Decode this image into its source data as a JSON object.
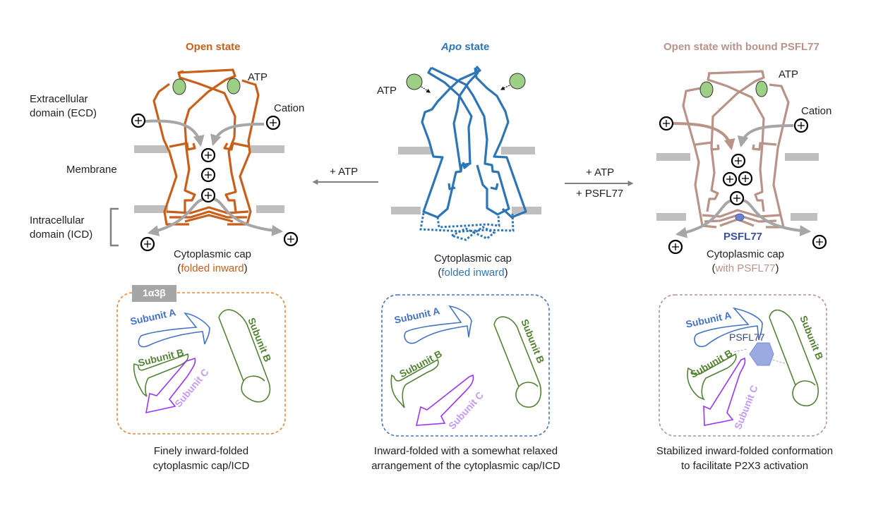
{
  "colors": {
    "open": "#c8601c",
    "apo": "#2e75b6",
    "psfl": "#b99288",
    "psfl_label": "#3b4fa0",
    "atp": "#9dcf86",
    "membrane": "#bfbfbf",
    "flow": "#a6a6a6",
    "subunit_a": "#4472c4",
    "subunit_b": "#548235",
    "subunit_c": "#9933ff",
    "subunit_c_text": "#c39bf5"
  },
  "panels": {
    "open": {
      "title": "Open state",
      "atp_label": "ATP",
      "cation_label": "Cation",
      "cap_line1": "Cytoplasmic cap",
      "cap_paren_open": "(",
      "cap_highlight": "folded inward",
      "cap_paren_close": ")",
      "badge": "1α3β",
      "subunits": [
        "Subunit A",
        "Subunit B",
        "Subunit C",
        "Subunit B"
      ],
      "description_line1": "Finely inward-folded",
      "description_line2": "cytoplasmic cap/ICD"
    },
    "apo": {
      "title_italic": "Apo",
      "title_rest": " state",
      "atp_label": "ATP",
      "cap_line1": "Cytoplasmic cap",
      "cap_paren_open": "(",
      "cap_highlight": "folded inward",
      "cap_paren_close": ")",
      "subunits": [
        "Subunit A",
        "Subunit B",
        "Subunit C",
        "Subunit B"
      ],
      "description_line1": "Inward-folded with a somewhat relaxed",
      "description_line2": "arrangement of the cytoplasmic cap/ICD"
    },
    "psfl": {
      "title": "Open state with bound PSFL77",
      "atp_label": "ATP",
      "cation_label": "Cation",
      "bound_label": "PSFL77",
      "cap_line1": "Cytoplasmic cap",
      "cap_paren_open": "(",
      "cap_highlight": "with PSFL77",
      "cap_paren_close": ")",
      "hexagon_label": "PSFL77",
      "subunits": [
        "Subunit A",
        "Subunit B",
        "Subunit C",
        "Subunit B"
      ],
      "description_line1": "Stabilized inward-folded conformation",
      "description_line2": "to facilitate P2X3 activation"
    }
  },
  "side_labels": {
    "ecd_line1": "Extracellular",
    "ecd_line2": "domain (ECD)",
    "membrane": "Membrane",
    "icd_line1": "Intracellular",
    "icd_line2": "domain (ICD)"
  },
  "transitions": {
    "left": {
      "label": "+ ATP"
    },
    "right": {
      "label_top": "+ ATP",
      "label_bottom": "+ PSFL77"
    }
  }
}
